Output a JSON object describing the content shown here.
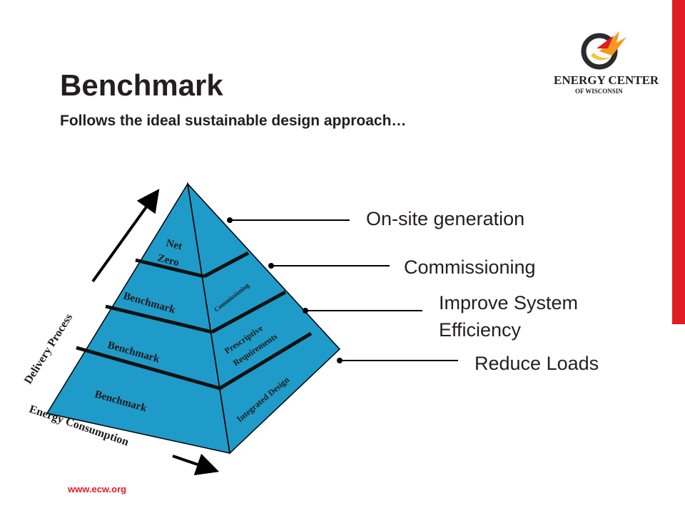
{
  "slide": {
    "title": "Benchmark",
    "subtitle": "Follows the ideal sustainable design approach…",
    "footer_url": "www.ecw.org"
  },
  "logo": {
    "line1": "ENERGY CENTER",
    "line2": "OF WISCONSIN",
    "accent_color": "#e11b22"
  },
  "pyramid": {
    "front_labels": [
      "Net",
      "Zero",
      "Benchmark",
      "Benchmark",
      "Benchmark"
    ],
    "side_labels": [
      "Commissioning",
      "Prescriptive",
      "Requirements",
      "Integrated Design"
    ],
    "fill_color": "#1f9bc9",
    "axis_left": "Delivery Process",
    "axis_bottom": "Energy Consumption"
  },
  "callouts": {
    "onsite": "On-site generation",
    "commissioning": "Commissioning",
    "improve_line1": "Improve System",
    "improve_line2": "Efficiency",
    "reduce": "Reduce Loads"
  }
}
